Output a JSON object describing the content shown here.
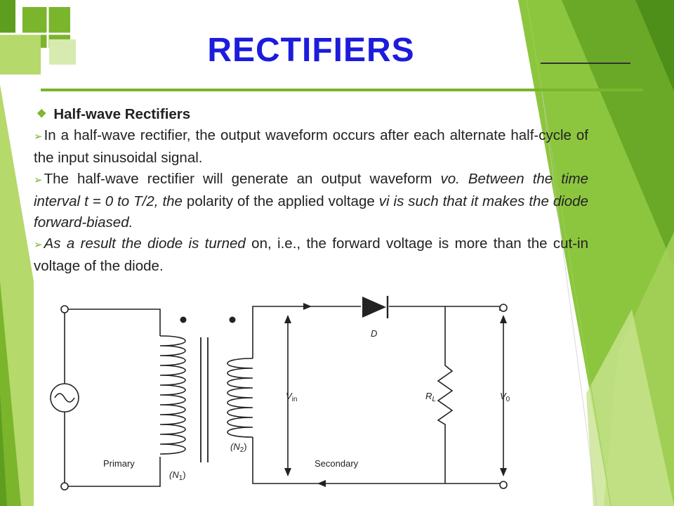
{
  "slide": {
    "title": "RECTIFIERS",
    "heading": "Half-wave Rectifiers",
    "bullets": [
      {
        "segments": [
          {
            "text": "In a half-wave rectifier, the output waveform occurs after each alternate half-cycle of the input sinusoidal signal.",
            "italic": false
          }
        ]
      },
      {
        "segments": [
          {
            "text": "The half-wave rectifier will generate an output waveform ",
            "italic": false
          },
          {
            "text": "vo. Between the time interval t = 0 to T/2, the",
            "italic": true
          },
          {
            "text": " polarity of the applied voltage ",
            "italic": false
          },
          {
            "text": "vi is such that it makes the diode forward-biased.",
            "italic": true
          }
        ]
      },
      {
        "segments": [
          {
            "text": "As a result the diode is turned",
            "italic": true
          },
          {
            "text": " on, i.e., the forward voltage is more than the cut-in voltage of the diode.",
            "italic": false
          }
        ]
      }
    ]
  },
  "circuit": {
    "labels": {
      "diode": "D",
      "vin": "V",
      "vin_sub": "in",
      "load": "R",
      "load_sub": "L",
      "vout": "V",
      "vout_sub": "0",
      "primary": "Primary",
      "secondary": "Secondary",
      "n1_pre": "(N",
      "n1_sub": "1",
      "n1_post": ")",
      "n2_pre": "(N",
      "n2_sub": "2",
      "n2_post": ")"
    }
  },
  "colors": {
    "title": "#1c1cdc",
    "accent_green": "#7ab52c",
    "dark_green": "#5e9e1f",
    "light_green": "#b5d96b",
    "text": "#222222"
  }
}
